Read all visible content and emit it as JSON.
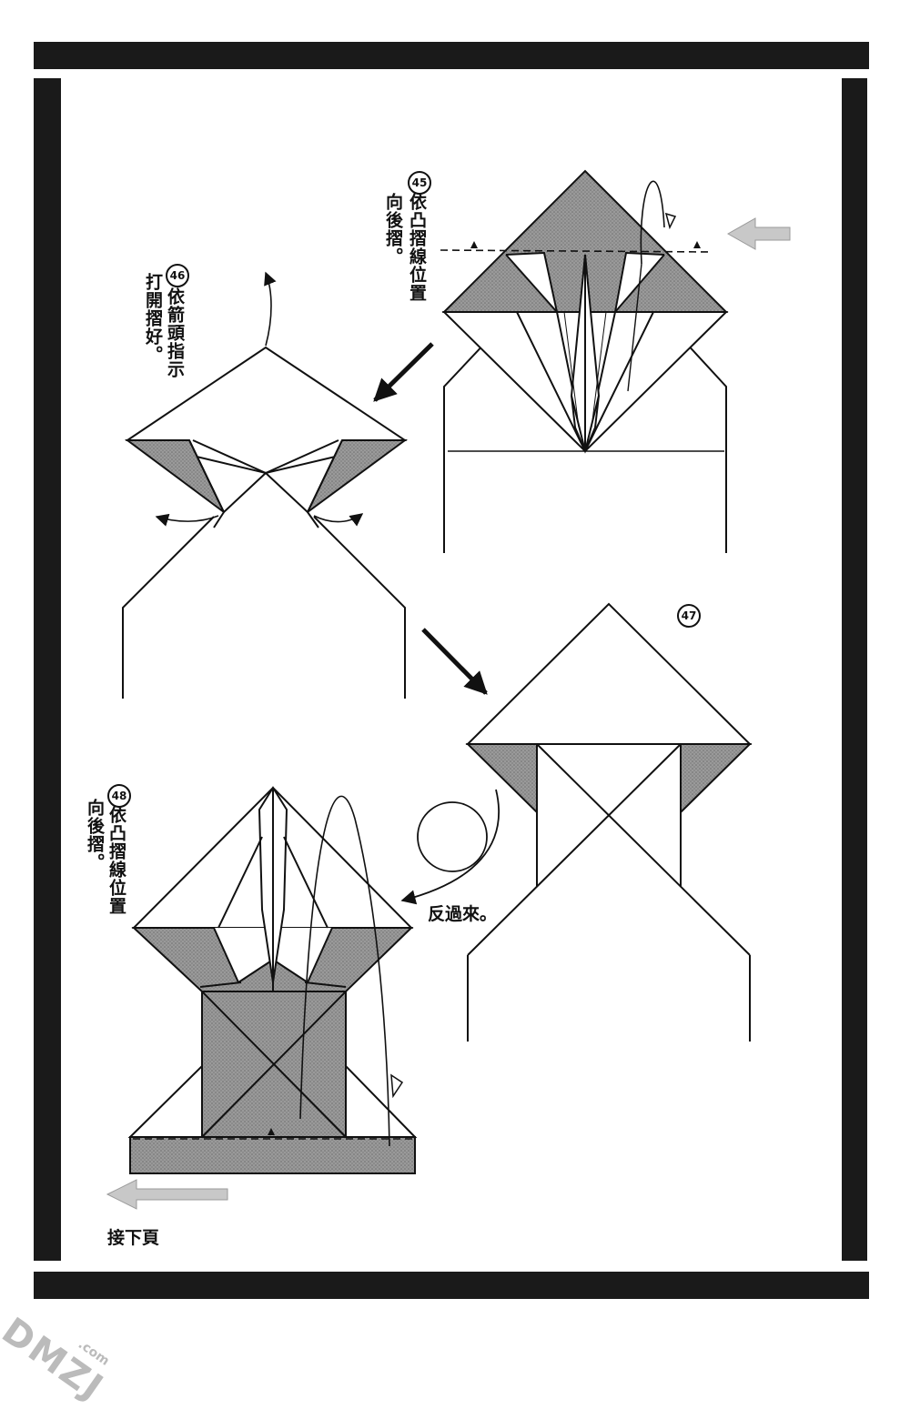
{
  "steps": [
    {
      "number": "45",
      "line1": "依凸摺線位置",
      "line2": "向後摺。"
    },
    {
      "number": "46",
      "line1": "依箭頭指示",
      "line2": "打開摺好。"
    },
    {
      "number": "47"
    },
    {
      "number": "48",
      "line1": "依凸摺線位置",
      "line2": "向後摺。"
    }
  ],
  "flip_label": "反過來。",
  "next_page": "接下頁",
  "watermark": {
    "main": "DMZJ",
    "sub": ".com"
  },
  "colors": {
    "ink": "#111111",
    "shade": "#8c8c8c",
    "arrow_gray": "#bdbdbd",
    "frame": "#1a1a1a"
  }
}
